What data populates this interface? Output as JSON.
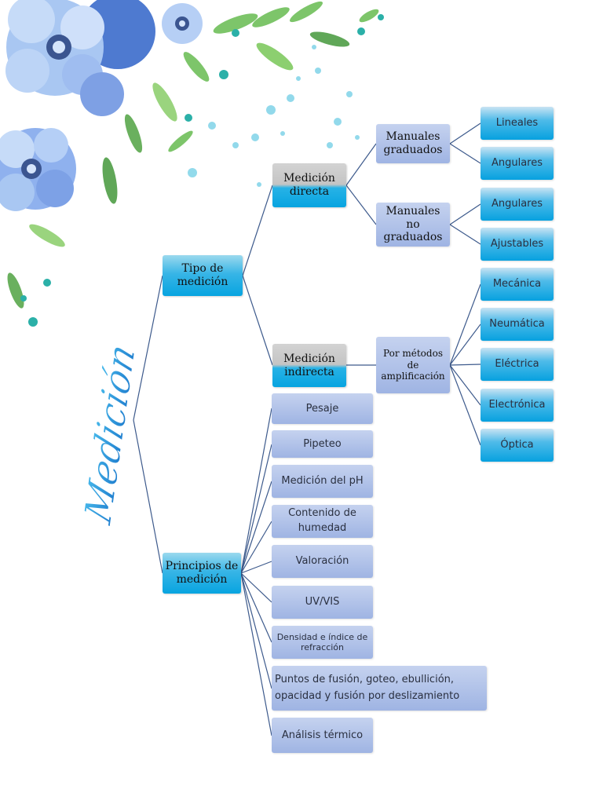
{
  "title": "Medición",
  "nodes": {
    "tipo": "Tipo de medición",
    "principios": "Principios de medición",
    "directa": "Medición directa",
    "indirecta": "Medición indirecta",
    "manuales_graduados": "Manuales graduados",
    "manuales_no_graduados": "Manuales no graduados",
    "metodos": "Por métodos de amplificación",
    "lineales": "Lineales",
    "angulares1": "Angulares",
    "angulares2": "Angulares",
    "ajustables": "Ajustables",
    "mecanica": "Mecánica",
    "neumatica": "Neumática",
    "electrica": "Eléctrica",
    "electronica": "Electrónica",
    "optica": "Óptica",
    "pesaje": "Pesaje",
    "pipeteo": "Pipeteo",
    "ph": "Medición del pH",
    "humedad": "Contenido de humedad",
    "valoracion": "Valoración",
    "uvvis": "UV/VIS",
    "densidad": "Densidad e índice de refracción",
    "puntos": "Puntos de fusión, goteo, ebullición, opacidad y fusión por deslizamiento",
    "termico": "Análisis térmico"
  },
  "colors": {
    "line": "#3d5a8c",
    "cyan": "#07a4e0",
    "periwinkle": "#9fb4e3",
    "title": "#1e8fd6"
  }
}
